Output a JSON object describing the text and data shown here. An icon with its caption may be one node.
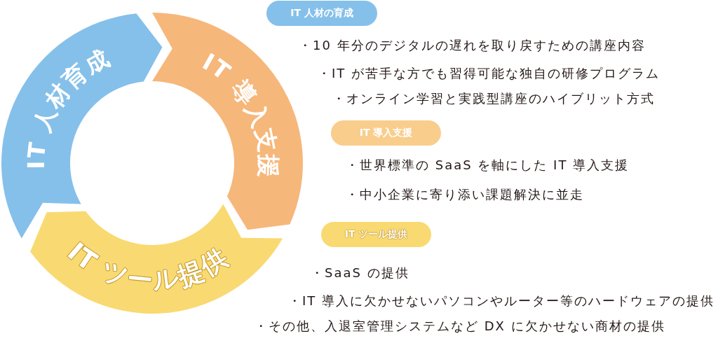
{
  "diagram": {
    "nodes": [
      {
        "text": [
          "IT 人材育成"
        ]
      },
      {
        "text": [
          "IT 導入支援"
        ]
      },
      {
        "text": [
          "IT ツール提供"
        ]
      },
      {
        "text": [
          "IT 人材の育成"
        ]
      },
      {
        "text": [
          "IT 導入支援"
        ]
      },
      {
        "text": [
          "IT ツール提供"
        ]
      }
    ],
    "labels": [
      "・10 年分のデジタルの遅れを取り戻すための講座内容",
      "・IT が苦手な方でも習得可能な独自の研修プログラム",
      "・オンライン学習と実践型講座のハイブリット方式",
      "・世界標準の SaaS を軸にした IT 導入支援",
      "・中小企業に寄り添い課題解決に並走",
      "・SaaS の提供",
      "・IT 導入に欠かせないパソコンやルーター等のハードウェアの提供",
      "・その他、入退室管理システムなど DX に欠かせない商材の提供"
    ]
  }
}
